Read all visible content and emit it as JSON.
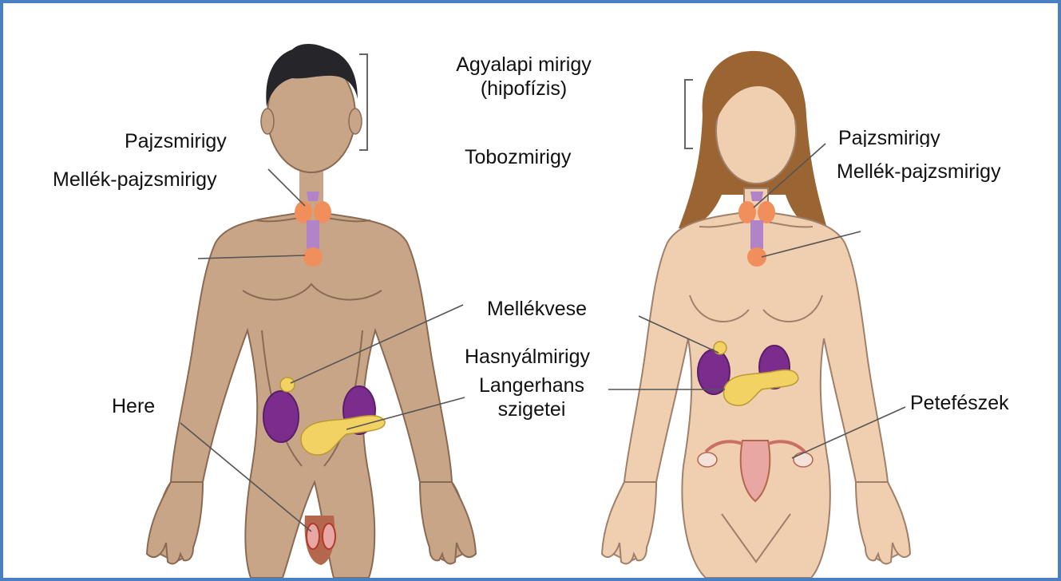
{
  "labels": {
    "pituitary_line1": "Agyalapi mirigy",
    "pituitary_line2": "(hipofízis)",
    "pineal": "Tobozmirigy",
    "thyroid_male": "Pajzsmirigy",
    "parathyroid_male": "Mellék-pajzsmirigy",
    "thyroid_female": "Pajzsmirigy",
    "parathyroid_female": "Mellék-pajzsmirigy",
    "adrenal": "Mellékvese",
    "pancreas": "Hasnyálmirigy",
    "islets_line1": "Langerhans",
    "islets_line2": "szigetei",
    "testis": "Here",
    "ovary": "Petefészek"
  },
  "colors": {
    "frame": "#4a7fc1",
    "skin_male": "#c9a588",
    "skin_female": "#efcfb0",
    "hair_male": "#26262a",
    "hair_female": "#9a6433",
    "thyroid": "#f08f5c",
    "kidney": "#7b2d8e",
    "pancreas": "#f2d263",
    "uterus": "#e8a7a2"
  }
}
